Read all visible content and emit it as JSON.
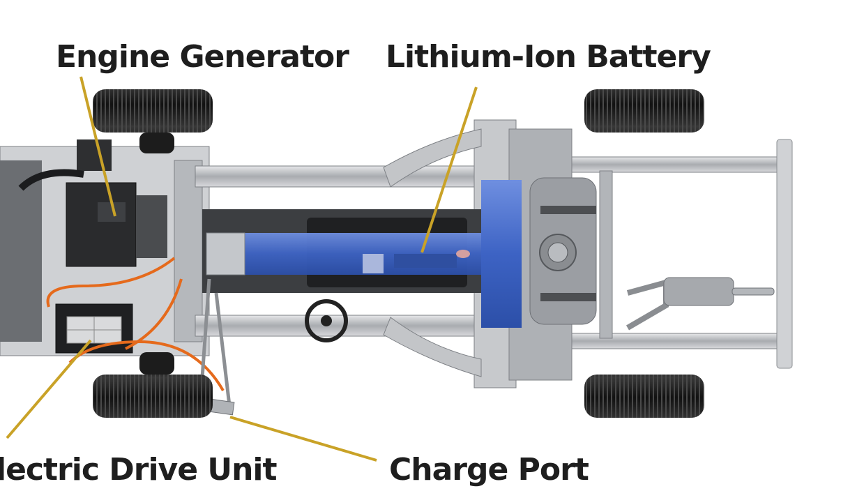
{
  "labels": {
    "engine_generator": "Engine Generator",
    "lithium_ion_battery": "Lithium-Ion Battery",
    "electric_drive_unit": "lectric Drive Unit",
    "charge_port": "Charge Port"
  },
  "colors": {
    "leader_line": "#c9a227",
    "battery": "#3d63c4",
    "frame": "#b9bcc0",
    "tire": "#1c1c1c",
    "hv_cable": "#e56a1c",
    "label_text": "#1e1e1e"
  }
}
